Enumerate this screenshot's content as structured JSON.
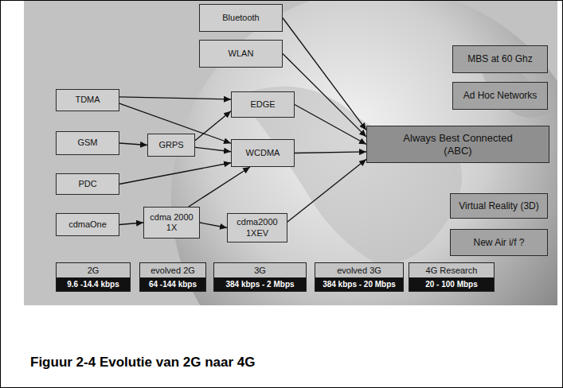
{
  "diagram": {
    "caption": "Figuur 2-4 Evolutie van 2G naar 4G",
    "nodes": [
      {
        "text": [
          "Bluetooth"
        ]
      },
      {
        "text": [
          "WLAN"
        ]
      },
      {
        "text": [
          "MBS at 60 Ghz"
        ]
      },
      {
        "text": [
          "Ad Hoc Networks"
        ]
      },
      {
        "text": [
          "TDMA"
        ]
      },
      {
        "text": [
          "EDGE"
        ]
      },
      {
        "text": [
          "Always Best Connected (ABC)"
        ]
      },
      {
        "text": [
          "GSM"
        ]
      },
      {
        "text": [
          "GRPS"
        ]
      },
      {
        "text": [
          "WCDMA"
        ]
      },
      {
        "text": [
          "PDC"
        ]
      },
      {
        "text": [
          "Virtual Reality (3D)"
        ]
      },
      {
        "text": [
          "cdmaOne"
        ]
      },
      {
        "text": [
          "cdma 2000 1X"
        ]
      },
      {
        "text": [
          "cdma2000 1XEV"
        ]
      },
      {
        "text": [
          "New Air i/f ?"
        ]
      },
      {
        "text": [
          "2G",
          "9.6 -14.4 kbps"
        ]
      },
      {
        "text": [
          "evolved 2G",
          "64 -144 kbps"
        ]
      },
      {
        "text": [
          "3G",
          "384 kbps - 2 Mbps"
        ]
      },
      {
        "text": [
          "evolved 3G",
          "384 kbps - 20 Mbps"
        ]
      },
      {
        "text": [
          "4G Research",
          "20 - 100 Mbps"
        ]
      }
    ],
    "edges": [
      {
        "from": 0,
        "to": 6,
        "arrow": "to"
      },
      {
        "from": 1,
        "to": 6,
        "arrow": "to"
      },
      {
        "from": 4,
        "to": 5,
        "arrow": "to"
      },
      {
        "from": 4,
        "to": 9,
        "arrow": "to"
      },
      {
        "from": 7,
        "to": 8,
        "arrow": "to"
      },
      {
        "from": 8,
        "to": 5,
        "arrow": "to"
      },
      {
        "from": 8,
        "to": 9,
        "arrow": "to"
      },
      {
        "from": 10,
        "to": 9,
        "arrow": "to"
      },
      {
        "from": 12,
        "to": 13,
        "arrow": "to"
      },
      {
        "from": 13,
        "to": 9,
        "arrow": "to"
      },
      {
        "from": 13,
        "to": 14,
        "arrow": "to"
      },
      {
        "from": 5,
        "to": 6,
        "arrow": "to"
      },
      {
        "from": 9,
        "to": 6,
        "arrow": "to"
      },
      {
        "from": 14,
        "to": 6,
        "arrow": "to"
      }
    ]
  }
}
